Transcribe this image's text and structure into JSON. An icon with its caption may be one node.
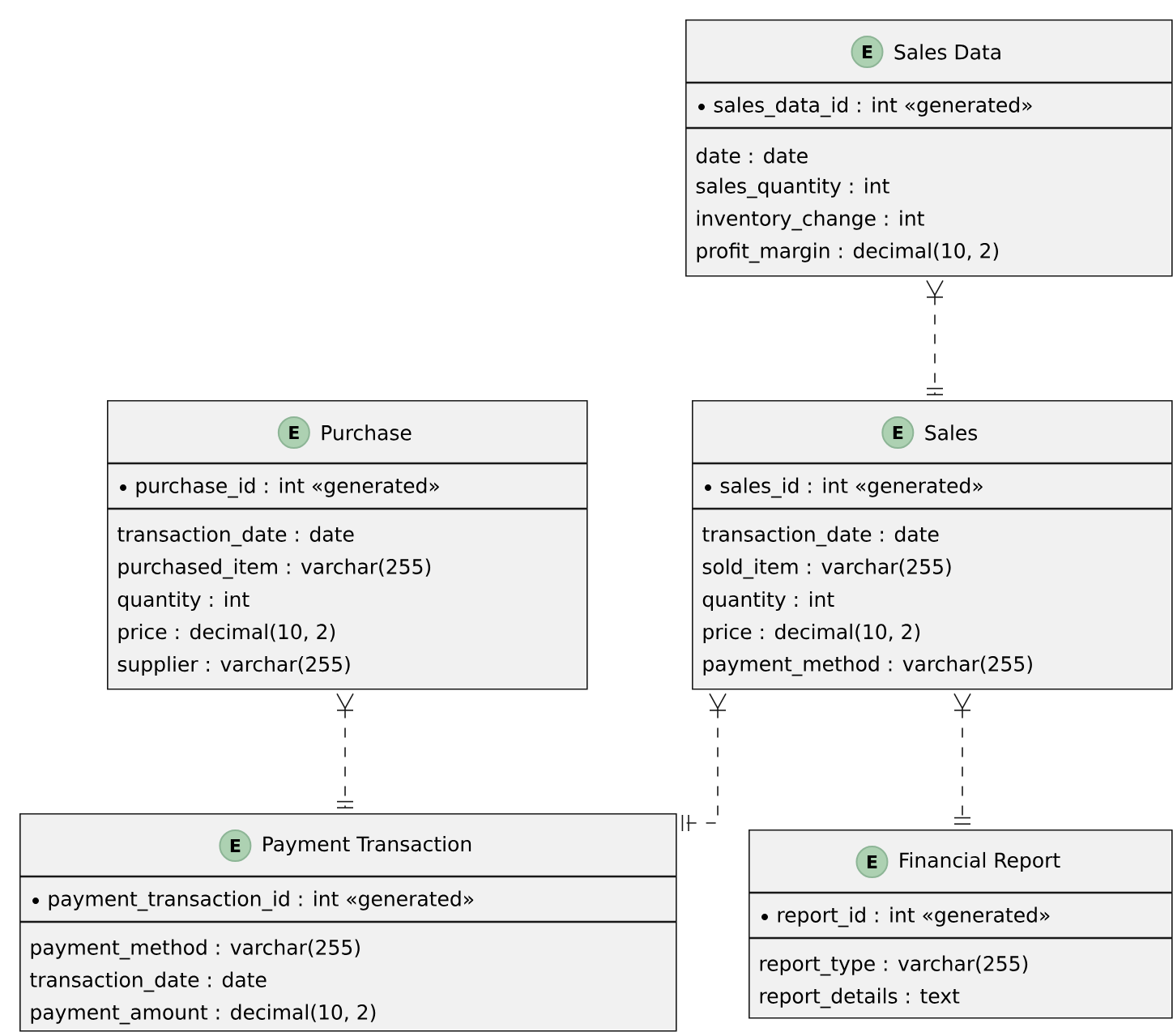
{
  "diagram": {
    "nodes": [
      {
        "text": [
          "E",
          "Sales Data",
          "sales_data_id : int «generated»",
          "date : date",
          "sales_quantity : int",
          "inventory_change : int",
          "profit_margin : decimal(10, 2)"
        ]
      },
      {
        "text": [
          "E",
          "Purchase",
          "purchase_id : int «generated»",
          "transaction_date : date",
          "purchased_item : varchar(255)",
          "quantity : int",
          "price : decimal(10, 2)",
          "supplier : varchar(255)"
        ]
      },
      {
        "text": [
          "E",
          "Sales",
          "sales_id : int «generated»",
          "transaction_date : date",
          "sold_item : varchar(255)",
          "quantity : int",
          "price : decimal(10, 2)",
          "payment_method : varchar(255)"
        ]
      },
      {
        "text": [
          "E",
          "Payment Transaction",
          "payment_transaction_id : int «generated»",
          "payment_method : varchar(255)",
          "transaction_date : date",
          "payment_amount : decimal(10, 2)"
        ]
      },
      {
        "text": [
          "E",
          "Financial Report",
          "report_id : int «generated»",
          "report_type : varchar(255)",
          "report_details : text"
        ]
      }
    ],
    "edges": [
      {
        "from": 0,
        "to": 2,
        "arrow": "other",
        "style": "dashed"
      },
      {
        "from": 1,
        "to": 3,
        "arrow": "other",
        "style": "dashed"
      },
      {
        "from": 2,
        "to": 3,
        "arrow": "other",
        "style": "dashed"
      },
      {
        "from": 2,
        "to": 4,
        "arrow": "other",
        "style": "dashed"
      }
    ]
  }
}
